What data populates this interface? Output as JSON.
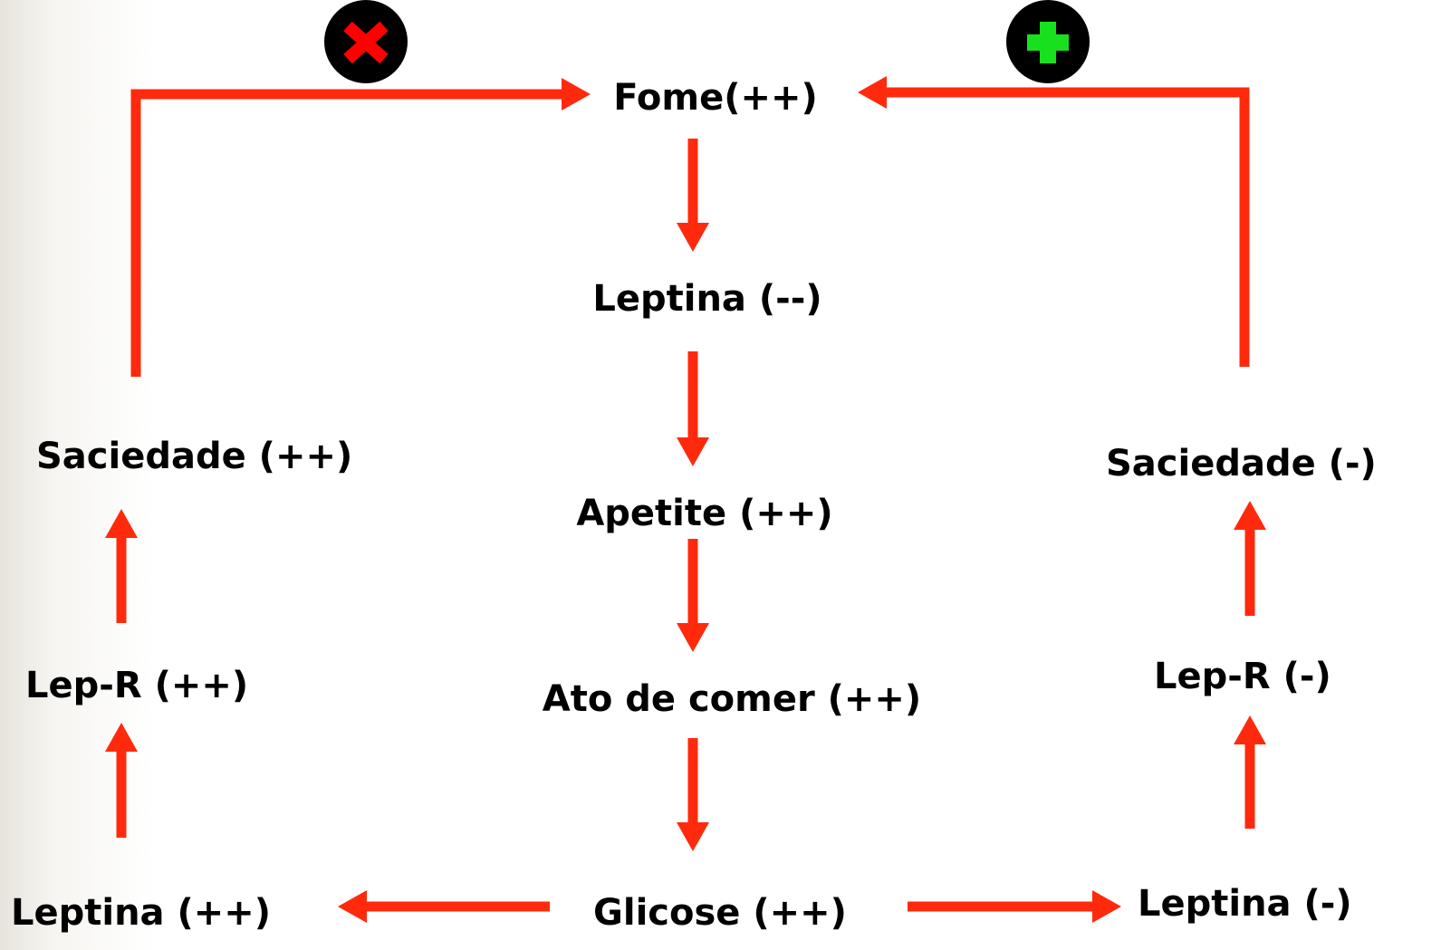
{
  "nodes": {
    "fome": "Fome(++)",
    "leptina_center": "Leptina (--)",
    "apetite": "Apetite (++)",
    "ato_de_comer": "Ato de comer (++)",
    "glicose": "Glicose (++)",
    "leptina_left": "Leptina (++)",
    "lep_r_left": "Lep-R (++)",
    "saciedade_left": "Saciedade (++)",
    "leptina_right": "Leptina (-)",
    "lep_r_right": "Lep-R (-)",
    "saciedade_right": "Saciedade (-)"
  },
  "badges": {
    "left": {
      "symbol": "x",
      "meaning": "inhibits"
    },
    "right": {
      "symbol": "plus",
      "meaning": "stimulates"
    }
  },
  "colors": {
    "arrow": "#ff2a0d",
    "x_mark": "#ff0000",
    "plus_mark": "#19e01f",
    "badge_bg": "#000000"
  }
}
